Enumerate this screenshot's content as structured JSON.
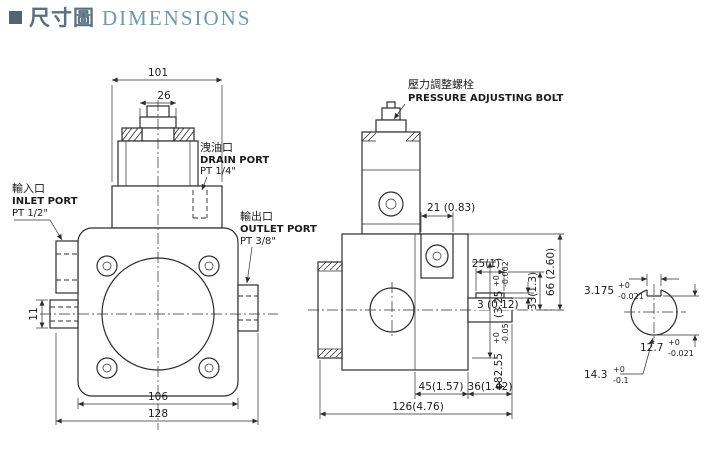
{
  "header": {
    "title_cn": "尺寸圖",
    "title_en": "DIMENSIONS"
  },
  "front_view": {
    "dim_101": "101",
    "dim_26": "26",
    "dim_11": "11",
    "dim_106": "106",
    "dim_128": "128",
    "drain_port": {
      "cn": "洩油口",
      "en": "DRAIN PORT",
      "size": "PT 1/4\""
    },
    "inlet_port": {
      "cn": "輸入口",
      "en": "INLET PORT",
      "size": "PT 1/2\""
    },
    "outlet_port": {
      "cn": "輸出口",
      "en": "OUTLET PORT",
      "size": "PT 3/8\""
    }
  },
  "side_view": {
    "bolt_label_cn": "壓力調整螺栓",
    "bolt_label_en": "PRESSURE ADJUSTING BOLT",
    "dim_21": "21 (0.83)",
    "dim_25": "25(1)",
    "dim_3": "3 (0.12)",
    "dim_33": "33(1.3)",
    "dim_66": "66 (2.60)",
    "dim_dia": {
      "metric": "φ82.55",
      "tol_plus": "+0",
      "tol_minus": "-0.05",
      "inch": "(3.25",
      "inch_tol_plus": "+0",
      "inch_tol_minus": "-0.002",
      "paren": ")"
    },
    "dim_45": "45(1.57)",
    "dim_36": "36(1.42)",
    "dim_126": "126(4.76)"
  },
  "shaft_detail": {
    "key_width": {
      "value": "3.175",
      "tol_plus": "+0",
      "tol_minus": "-0.021"
    },
    "key_depth": {
      "value": "12.7",
      "tol_plus": "+0",
      "tol_minus": "-0.021"
    },
    "flat_height": {
      "value": "14.3",
      "tol_plus": "+0",
      "tol_minus": "-0.1"
    }
  }
}
